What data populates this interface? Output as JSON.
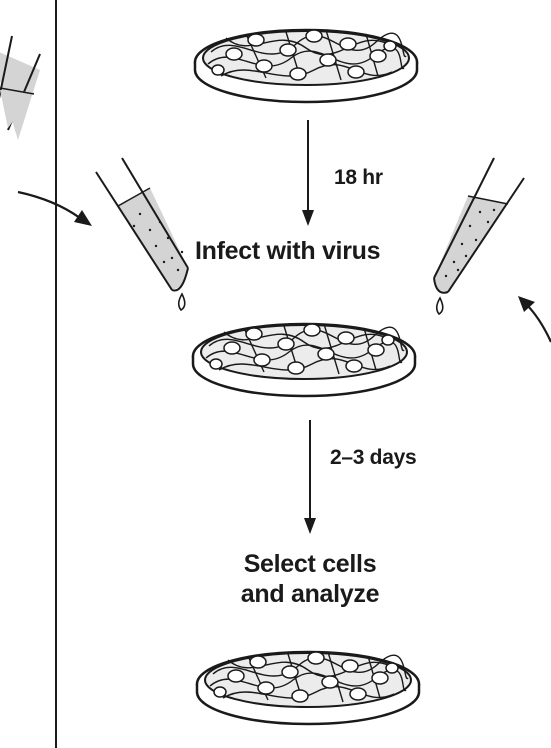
{
  "steps": {
    "time_1": "18 hr",
    "action_1": "Infect with virus",
    "time_2": "2–3 days",
    "action_2_line1": "Select cells",
    "action_2_line2": "and analyze"
  },
  "colors": {
    "ink": "#1a1a1a",
    "dish_fill": "#ededed",
    "cell_fill": "#ffffff",
    "tube_fill": "#d4d4d4"
  },
  "icons": [
    "petri-dish-icon",
    "pipette-tube-icon",
    "down-arrow-icon",
    "curved-arrow-icon"
  ]
}
